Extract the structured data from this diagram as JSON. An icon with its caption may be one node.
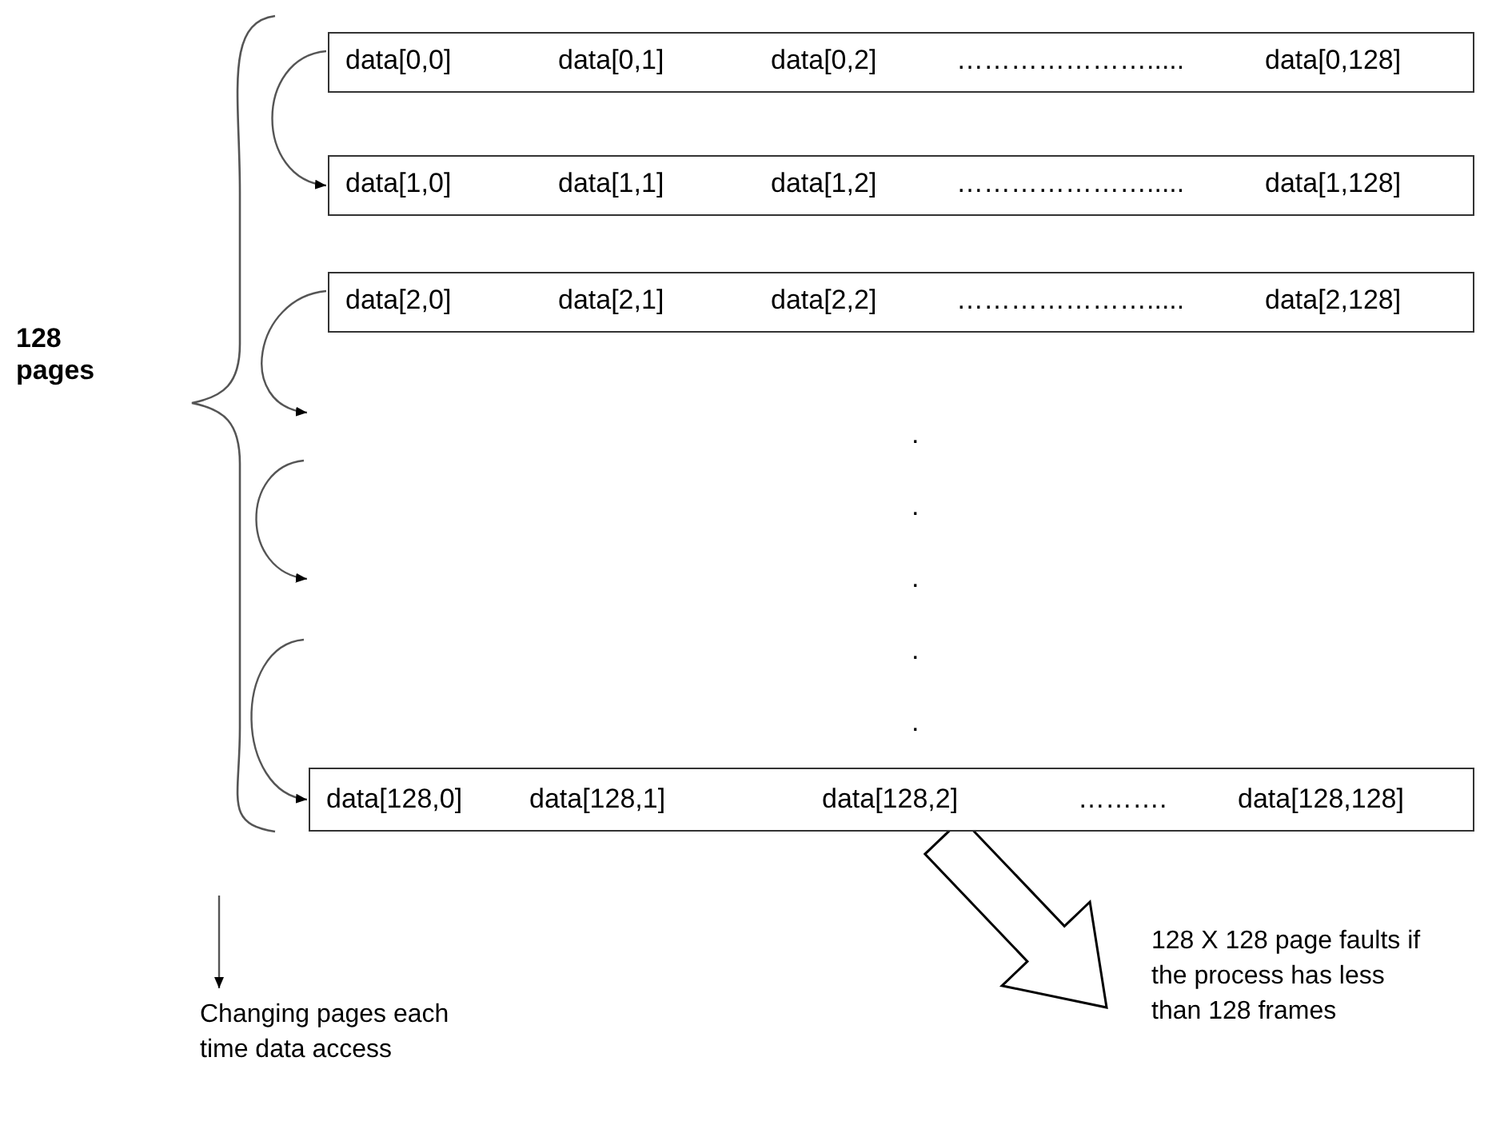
{
  "diagram": {
    "nodes": [
      {
        "text": [
          "data[0,0]",
          "data[0,1]",
          "data[0,2]",
          "………………….....",
          "data[0,128]"
        ]
      },
      {
        "text": [
          "data[1,0]",
          "data[1,1]",
          "data[1,2]",
          "………………….....",
          "data[1,128]"
        ]
      },
      {
        "text": [
          "data[2,0]",
          "data[2,1]",
          "data[2,2]",
          "………………….....",
          "data[2,128]"
        ]
      },
      {
        "text": [
          "data[128,0]",
          "data[128,1]",
          "data[128,2]",
          "……….",
          "data[128,128]"
        ]
      },
      {
        "text": [
          "Changing pages each time data access"
        ]
      },
      {
        "text": [
          "128 X 128 page faults if the process has less than 128 frames"
        ]
      }
    ],
    "edges": [
      {
        "from": 0,
        "to": 1,
        "arrow": "to"
      },
      {
        "from": 2,
        "to": null,
        "arrow": "to"
      },
      {
        "from": null,
        "to": 3,
        "arrow": "to"
      },
      {
        "from": null,
        "to": 4,
        "arrow": "to"
      },
      {
        "from": 3,
        "to": 5,
        "arrow": "to",
        "style": "thick"
      }
    ],
    "labels": [
      "128 pages",
      ".",
      ".",
      ".",
      ".",
      "."
    ]
  }
}
